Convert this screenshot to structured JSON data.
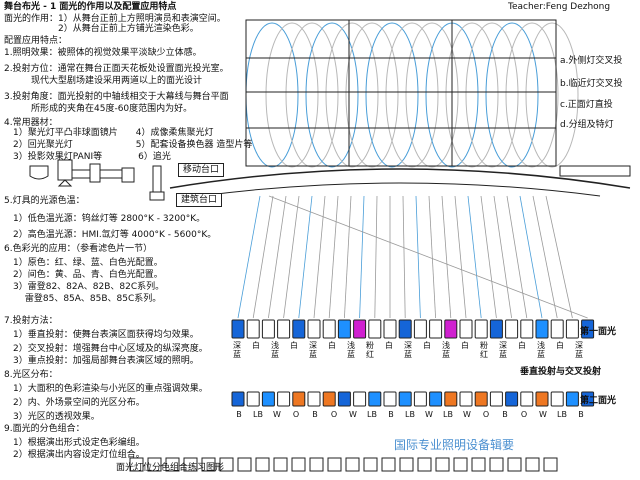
{
  "header": {
    "title": "舞台布光 - 1 面光的作用以及配置应用特点",
    "teacher": "Teacher:Feng Dezhong"
  },
  "left_text": [
    "面光的作用：1）从舞台正前上方照明演员和表演空间。",
    "　　　　　　2）从舞台正前上方铺光渲染色彩。",
    "配置应用特点：",
    "1.照明效果：被照体的视觉效果平淡缺少立体感。",
    "2.投射方位：通常在舞台正面天花板处设置面光投光室。",
    "　　　现代大型剧场建设采用两道以上的面光设计",
    "3.投射角度：面光投射的中轴线相交于大幕线与舞台平面",
    "　　　所形成的夹角在45度-60度范围内为好。",
    "4.常用器材：",
    "　1）聚光灯平凸非球面镜片　　4）成像柔焦聚光灯",
    "　2）回光聚光灯　　　　　　　5）配套设备换色器 造型片等",
    "　3）投影效果灯PANI等　　　　6）追光",
    "5.灯具的光源色温：",
    "　1）低色温光源：钨丝灯等 2800°K - 3200°K。",
    "　2）高色温光源：HMI.氙灯等 4000°K - 5600°K。",
    "6.色彩光的应用：（参看滤色片一节）",
    "　1）原色：红、绿、蓝、白色光配置。",
    "　2）间色：黄、品、青、白色光配置。",
    "　3）雷登82、82A、82B、82C系列。",
    "　　 雷登85、85A、85B、85C系列。",
    "7.投射方法：",
    "　1）垂直投射：使舞台表演区面获得均匀效果。",
    "　2）交叉投射：增强舞台中心区域及的纵深亮度。",
    "　3）重点投射：加强局部舞台表演区域的照明。",
    "8.光区分布：",
    "　1）大面积的色彩渲染与小光区的重点强调效果。",
    "　2）内、外场景空间的光区分布。",
    "　3）光区的透视效果。",
    "9.面光的分色组合：",
    "　1）根据演出形式设定色彩编组。",
    "　2）根据演出内容设定灯位组合。"
  ],
  "right_legend": [
    "a.外侧灯交叉投",
    "b.临近灯交叉投",
    "c.正面灯直投",
    "d.分组及特灯"
  ],
  "stage": {
    "moving": "移动台口",
    "fixed": "建筑台口"
  },
  "row1": {
    "title": "第一面光",
    "colors": [
      "#1565d8",
      "#fff",
      "#fff",
      "#fff",
      "#1565d8",
      "#fff",
      "#fff",
      "#1e90ff",
      "#d020d0",
      "#fff",
      "#fff",
      "#1565d8",
      "#fff",
      "#fff",
      "#d020d0",
      "#fff",
      "#fff",
      "#1565d8",
      "#fff",
      "#fff",
      "#1e90ff",
      "#fff",
      "#fff",
      "#1565d8"
    ],
    "labels": [
      "深蓝",
      "白",
      "浅蓝",
      "白",
      "深蓝",
      "白",
      "浅蓝",
      "粉红",
      "白",
      "深蓝",
      "白",
      "浅蓝",
      "白",
      "粉红",
      "深蓝",
      "白",
      "浅蓝",
      "白",
      "深蓝"
    ]
  },
  "row2": {
    "title": "第二面光",
    "subtitle": "垂直投射与交叉投射",
    "colors": [
      "#1565d8",
      "#fff",
      "#1e90ff",
      "#fff",
      "#ee7722",
      "#fff",
      "#ee7722",
      "#1565d8",
      "#fff",
      "#1e90ff",
      "#fff",
      "#1e90ff",
      "#fff",
      "#1e90ff",
      "#ee7722",
      "#fff",
      "#ee7722",
      "#fff",
      "#1565d8",
      "#fff",
      "#ee7722",
      "#fff",
      "#1e90ff",
      "#1565d8"
    ],
    "labels": [
      "B",
      "LB",
      "W",
      "O",
      "B",
      "O",
      "W",
      "LB",
      "B",
      "LB",
      "W",
      "LB",
      "W",
      "O",
      "B",
      "O",
      "W",
      "LB",
      "B"
    ]
  },
  "row3": {
    "caption": "面光灯位分色组合练习图形",
    "count": 24
  },
  "watermark": "国际专业照明设备辑要"
}
